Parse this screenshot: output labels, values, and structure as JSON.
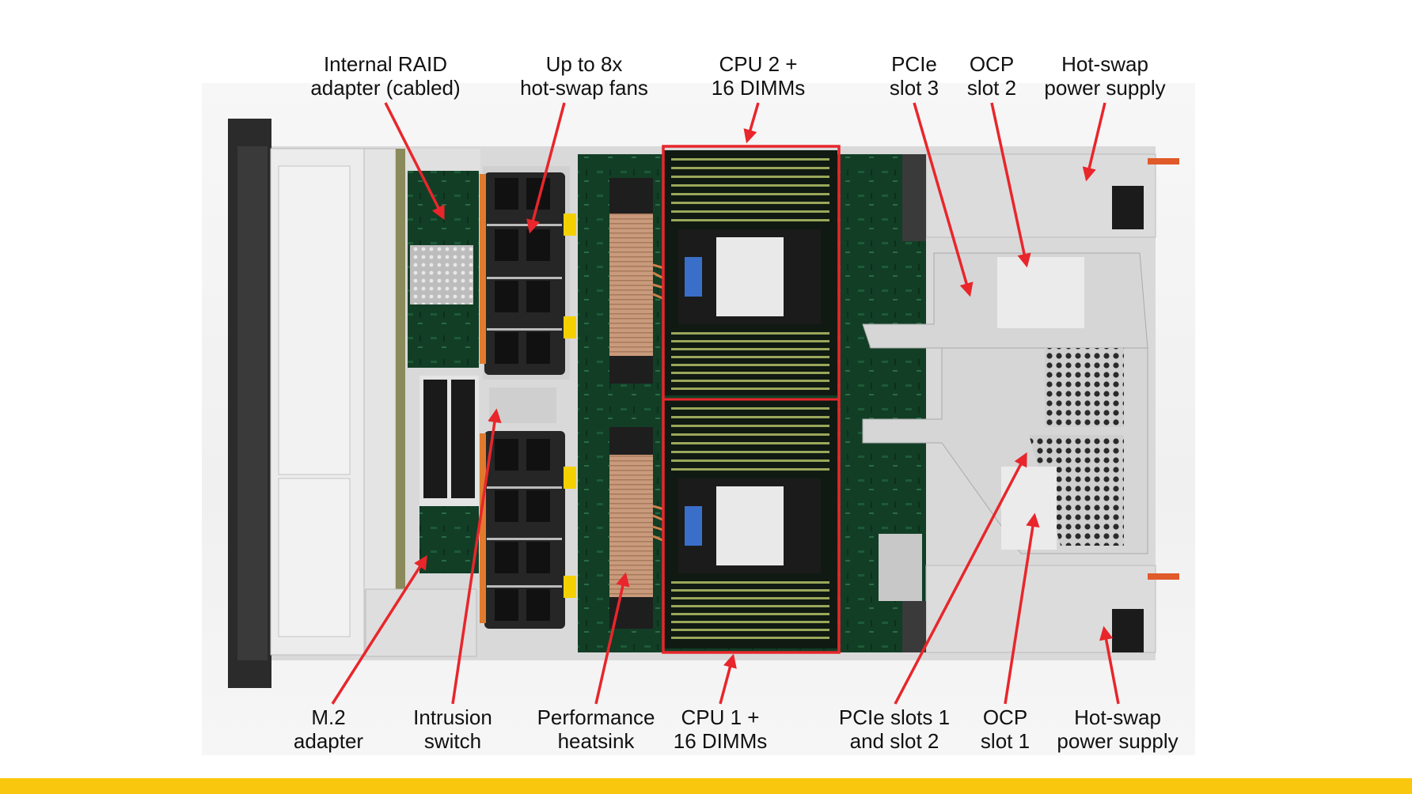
{
  "title": "Server top view component callouts",
  "colors": {
    "callout_red": "#e8262b",
    "footer_bar": "#f9c80e",
    "pcb_green": "#0f3b22",
    "chassis_gray": "#d9d9d9"
  },
  "callouts_top": [
    {
      "id": "raid",
      "lines": [
        "Internal RAID",
        "adapter (cabled)"
      ]
    },
    {
      "id": "fans",
      "lines": [
        "Up to 8x",
        "hot-swap fans"
      ]
    },
    {
      "id": "cpu2",
      "lines": [
        "CPU 2 +",
        "16 DIMMs"
      ]
    },
    {
      "id": "pcie3",
      "lines": [
        "PCIe",
        "slot 3"
      ]
    },
    {
      "id": "ocp2",
      "lines": [
        "OCP",
        "slot 2"
      ]
    },
    {
      "id": "psu-top",
      "lines": [
        "Hot-swap",
        "power supply"
      ]
    }
  ],
  "callouts_bottom": [
    {
      "id": "m2",
      "lines": [
        "M.2",
        "adapter"
      ]
    },
    {
      "id": "intrusion",
      "lines": [
        "Intrusion",
        "switch"
      ]
    },
    {
      "id": "heatsink",
      "lines": [
        "Performance",
        "heatsink"
      ]
    },
    {
      "id": "cpu1",
      "lines": [
        "CPU 1 +",
        "16 DIMMs"
      ]
    },
    {
      "id": "pcie12",
      "lines": [
        "PCIe slots 1",
        "and slot 2"
      ]
    },
    {
      "id": "ocp1",
      "lines": [
        "OCP",
        "slot 1"
      ]
    },
    {
      "id": "psu-bottom",
      "lines": [
        "Hot-swap",
        "power supply"
      ]
    }
  ]
}
